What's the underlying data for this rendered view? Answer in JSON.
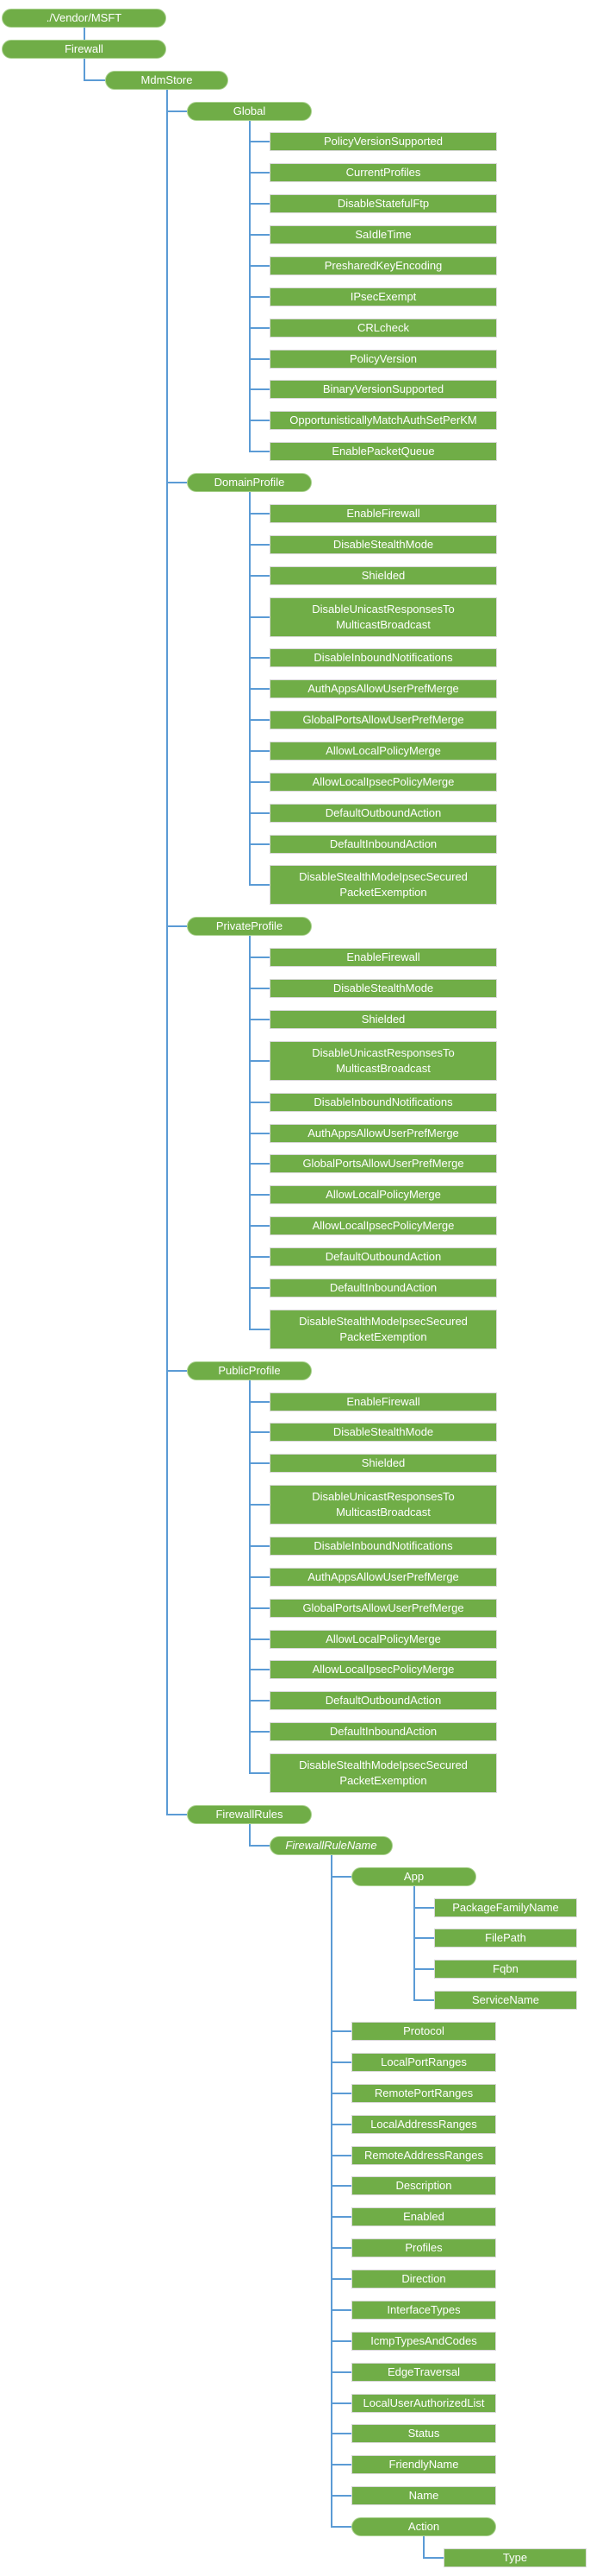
{
  "diagram": {
    "description": "Firewall configuration service provider tree",
    "colors": {
      "node_fill": "#70AD47",
      "rect_border": "#D8D8D8",
      "pill_border": "#A9D18E",
      "connector": "#5B9BD5",
      "text": "#FFFFFF"
    },
    "tree": {
      "label": "./Vendor/MSFT",
      "kind": "branch",
      "children": [
        {
          "label": "Firewall",
          "kind": "branch",
          "children": [
            {
              "label": "MdmStore",
              "kind": "branch",
              "children": [
                {
                  "label": "Global",
                  "kind": "branch",
                  "children": [
                    {
                      "label": "PolicyVersionSupported"
                    },
                    {
                      "label": "CurrentProfiles"
                    },
                    {
                      "label": "DisableStatefulFtp"
                    },
                    {
                      "label": "SaIdleTime"
                    },
                    {
                      "label": "PresharedKeyEncoding"
                    },
                    {
                      "label": "IPsecExempt"
                    },
                    {
                      "label": "CRLcheck"
                    },
                    {
                      "label": "PolicyVersion"
                    },
                    {
                      "label": "BinaryVersionSupported"
                    },
                    {
                      "label": "OpportunisticallyMatchAuthSetPerKM"
                    },
                    {
                      "label": "EnablePacketQueue"
                    }
                  ]
                },
                {
                  "label": "DomainProfile",
                  "kind": "branch",
                  "children": [
                    {
                      "label": "EnableFirewall"
                    },
                    {
                      "label": "DisableStealthMode"
                    },
                    {
                      "label": "Shielded"
                    },
                    {
                      "label": "DisableUnicastResponsesTo\nMulticastBroadcast"
                    },
                    {
                      "label": "DisableInboundNotifications"
                    },
                    {
                      "label": "AuthAppsAllowUserPrefMerge"
                    },
                    {
                      "label": "GlobalPortsAllowUserPrefMerge"
                    },
                    {
                      "label": "AllowLocalPolicyMerge"
                    },
                    {
                      "label": "AllowLocalIpsecPolicyMerge"
                    },
                    {
                      "label": "DefaultOutboundAction"
                    },
                    {
                      "label": "DefaultInboundAction"
                    },
                    {
                      "label": "DisableStealthModeIpsecSecured\nPacketExemption"
                    }
                  ]
                },
                {
                  "label": "PrivateProfile",
                  "kind": "branch",
                  "children": [
                    {
                      "label": "EnableFirewall"
                    },
                    {
                      "label": "DisableStealthMode"
                    },
                    {
                      "label": "Shielded"
                    },
                    {
                      "label": "DisableUnicastResponsesTo\nMulticastBroadcast"
                    },
                    {
                      "label": "DisableInboundNotifications"
                    },
                    {
                      "label": "AuthAppsAllowUserPrefMerge"
                    },
                    {
                      "label": "GlobalPortsAllowUserPrefMerge"
                    },
                    {
                      "label": "AllowLocalPolicyMerge"
                    },
                    {
                      "label": "AllowLocalIpsecPolicyMerge"
                    },
                    {
                      "label": "DefaultOutboundAction"
                    },
                    {
                      "label": "DefaultInboundAction"
                    },
                    {
                      "label": "DisableStealthModeIpsecSecured\nPacketExemption"
                    }
                  ]
                },
                {
                  "label": "PublicProfile",
                  "kind": "branch",
                  "children": [
                    {
                      "label": "EnableFirewall"
                    },
                    {
                      "label": "DisableStealthMode"
                    },
                    {
                      "label": "Shielded"
                    },
                    {
                      "label": "DisableUnicastResponsesTo\nMulticastBroadcast"
                    },
                    {
                      "label": "DisableInboundNotifications"
                    },
                    {
                      "label": "AuthAppsAllowUserPrefMerge"
                    },
                    {
                      "label": "GlobalPortsAllowUserPrefMerge"
                    },
                    {
                      "label": "AllowLocalPolicyMerge"
                    },
                    {
                      "label": "AllowLocalIpsecPolicyMerge"
                    },
                    {
                      "label": "DefaultOutboundAction"
                    },
                    {
                      "label": "DefaultInboundAction"
                    },
                    {
                      "label": "DisableStealthModeIpsecSecured\nPacketExemption"
                    }
                  ]
                },
                {
                  "label": "FirewallRules",
                  "kind": "branch",
                  "children": [
                    {
                      "label": "FirewallRuleName",
                      "kind": "branch",
                      "italic": true,
                      "children": [
                        {
                          "label": "App",
                          "kind": "branch",
                          "children": [
                            {
                              "label": "PackageFamilyName"
                            },
                            {
                              "label": "FilePath"
                            },
                            {
                              "label": "Fqbn"
                            },
                            {
                              "label": "ServiceName"
                            }
                          ]
                        },
                        {
                          "label": "Protocol"
                        },
                        {
                          "label": "LocalPortRanges"
                        },
                        {
                          "label": "RemotePortRanges"
                        },
                        {
                          "label": "LocalAddressRanges"
                        },
                        {
                          "label": "RemoteAddressRanges"
                        },
                        {
                          "label": "Description"
                        },
                        {
                          "label": "Enabled"
                        },
                        {
                          "label": "Profiles"
                        },
                        {
                          "label": "Direction"
                        },
                        {
                          "label": "InterfaceTypes"
                        },
                        {
                          "label": "IcmpTypesAndCodes"
                        },
                        {
                          "label": "EdgeTraversal"
                        },
                        {
                          "label": "LocalUserAuthorizedList"
                        },
                        {
                          "label": "Status"
                        },
                        {
                          "label": "FriendlyName"
                        },
                        {
                          "label": "Name"
                        },
                        {
                          "label": "Action",
                          "kind": "branch",
                          "children": [
                            {
                              "label": "Type"
                            }
                          ]
                        }
                      ]
                    }
                  ]
                }
              ]
            }
          ]
        }
      ]
    }
  }
}
